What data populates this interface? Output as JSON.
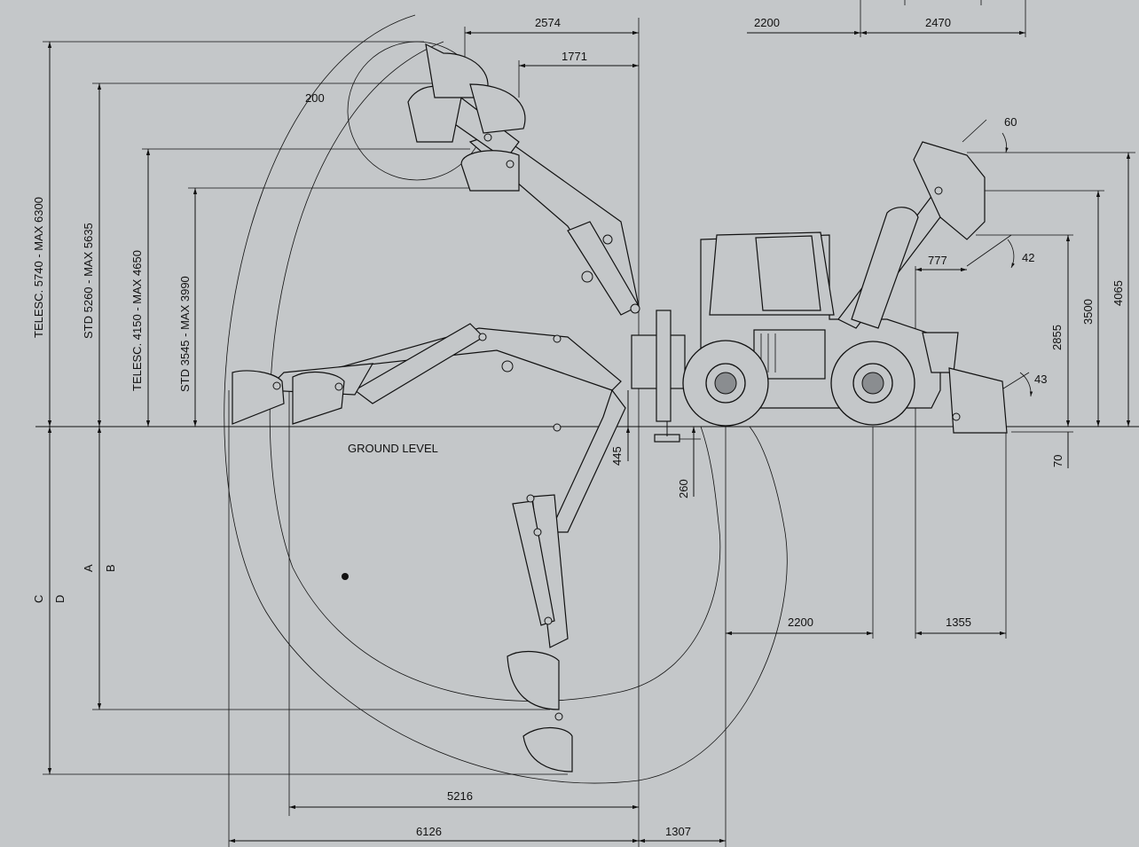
{
  "labels": {
    "ground": "GROUND LEVEL",
    "d2574": "2574",
    "d1771": "1771",
    "d200": "200",
    "d2200_top": "2200",
    "d2470": "2470",
    "d60": "60",
    "d42": "42",
    "d777": "777",
    "d43": "43",
    "d70": "70",
    "d2855": "2855",
    "d3500": "3500",
    "d4065": "4065",
    "d445": "445",
    "d260": "260",
    "d2200_bottom": "2200",
    "d1355": "1355",
    "d5216": "5216",
    "d6126": "6126",
    "d1307": "1307",
    "h_telesc_5740": "TELESC. 5740 - MAX 6300",
    "h_std_5260": "STD 5260 - MAX 5635",
    "h_telesc_4150": "TELESC. 4150 - MAX 4650",
    "h_std_3545": "STD 3545 - MAX 3990",
    "A": "A",
    "B": "B",
    "C": "C",
    "D": "D"
  }
}
